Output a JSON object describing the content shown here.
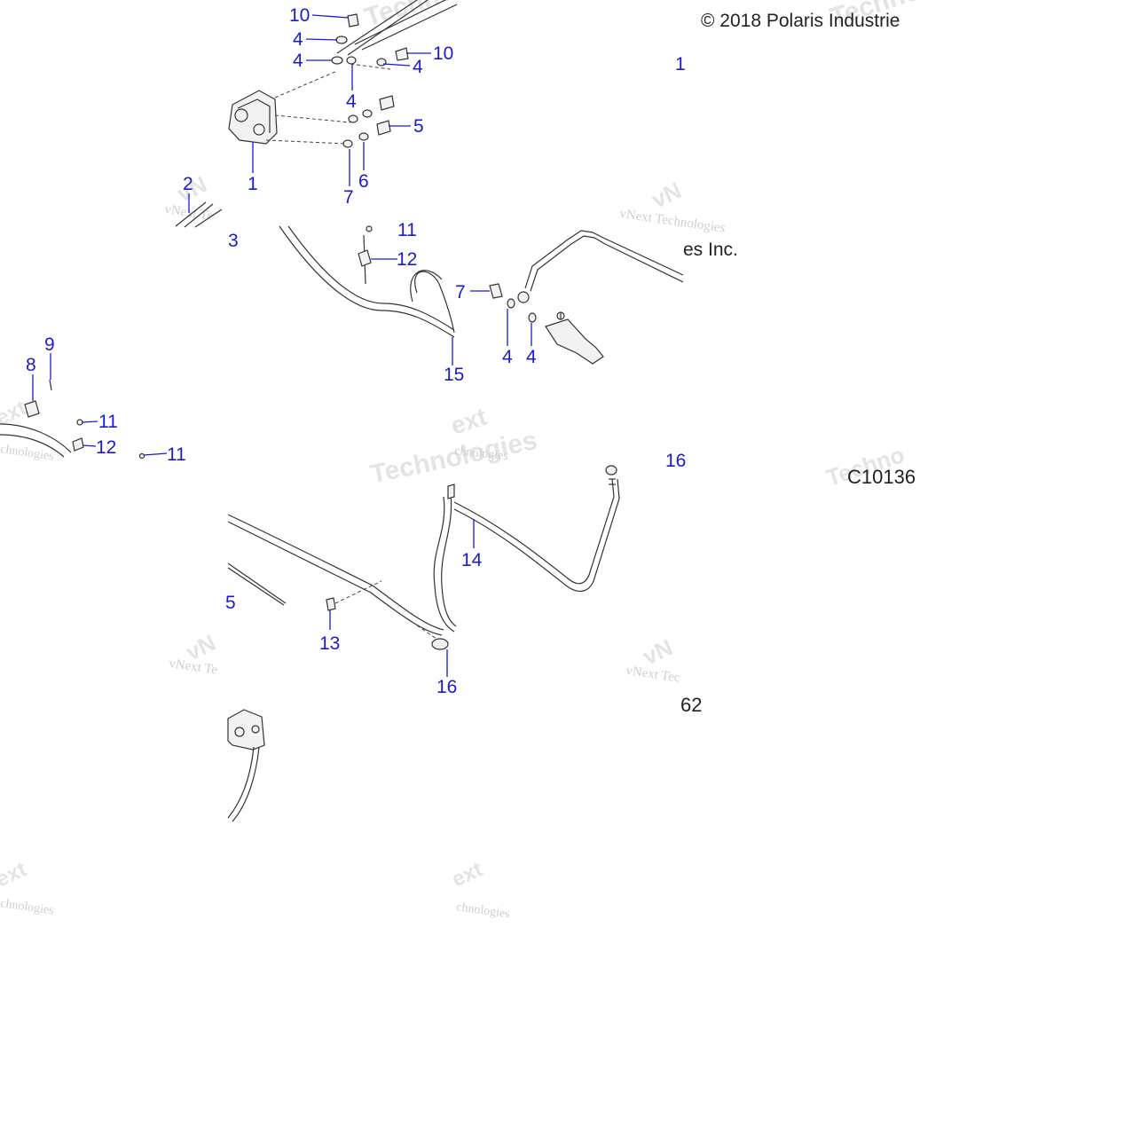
{
  "copyright": "© 2018 Polaris Industrie",
  "copyright_tail": "es Inc.",
  "drawing_code": "C10136",
  "drawing_code_tail": "62",
  "watermark": {
    "brand_line1": "vNext Technologies",
    "fragment_vn": "vN",
    "fragment_ext": "ext",
    "fragment_techno": "Techno",
    "fragment_technologies": "Technologies",
    "fragment_chnologies": "chnologies",
    "fragment_vnext_te": "vNext Te",
    "fragment_vnext_tec": "vNext Tec"
  },
  "callouts": {
    "c10": "10",
    "c4": "4",
    "c1": "1",
    "c5": "5",
    "c6": "6",
    "c7": "7",
    "c2": "2",
    "c3": "3",
    "c11": "11",
    "c12": "12",
    "c15": "15",
    "c8": "8",
    "c9": "9",
    "c13": "13",
    "c14": "14",
    "c16": "16"
  },
  "colors": {
    "callout_blue": "#1a1ad6",
    "line_art": "#333333",
    "watermark": "#cfcfcf"
  }
}
